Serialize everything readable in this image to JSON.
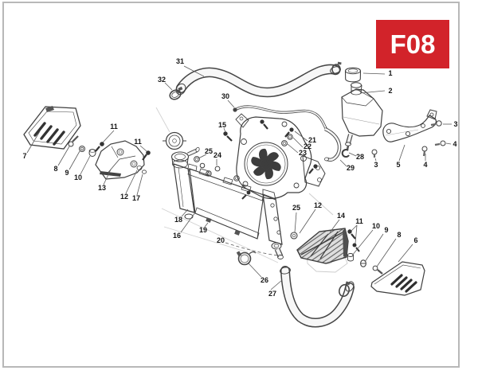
{
  "page": {
    "type": "exploded-parts-diagram",
    "figure_code": "F08"
  },
  "badge": {
    "label": "F08",
    "bg_color": "#d2232a",
    "text_color": "#ffffff"
  },
  "colors": {
    "outline": "#3f3f3f",
    "page_border": "#b8b8b8",
    "background": "#ffffff",
    "dark_part": "#3d3d3d"
  },
  "callouts": [
    {
      "label": "31"
    },
    {
      "label": "32"
    },
    {
      "label": "30"
    },
    {
      "label": "1"
    },
    {
      "label": "2"
    },
    {
      "label": "3"
    },
    {
      "label": "4"
    },
    {
      "label": "5"
    },
    {
      "label": "4"
    },
    {
      "label": "3"
    },
    {
      "label": "28"
    },
    {
      "label": "29"
    },
    {
      "label": "15"
    },
    {
      "label": "25"
    },
    {
      "label": "24"
    },
    {
      "label": "21"
    },
    {
      "label": "22"
    },
    {
      "label": "23"
    },
    {
      "label": "7"
    },
    {
      "label": "8"
    },
    {
      "label": "9"
    },
    {
      "label": "10"
    },
    {
      "label": "11"
    },
    {
      "label": "11"
    },
    {
      "label": "13"
    },
    {
      "label": "12"
    },
    {
      "label": "17"
    },
    {
      "label": "18"
    },
    {
      "label": "16"
    },
    {
      "label": "19"
    },
    {
      "label": "20"
    },
    {
      "label": "25"
    },
    {
      "label": "12"
    },
    {
      "label": "14"
    },
    {
      "label": "11"
    },
    {
      "label": "10"
    },
    {
      "label": "9"
    },
    {
      "label": "8"
    },
    {
      "label": "6"
    },
    {
      "label": "26"
    },
    {
      "label": "27"
    }
  ]
}
